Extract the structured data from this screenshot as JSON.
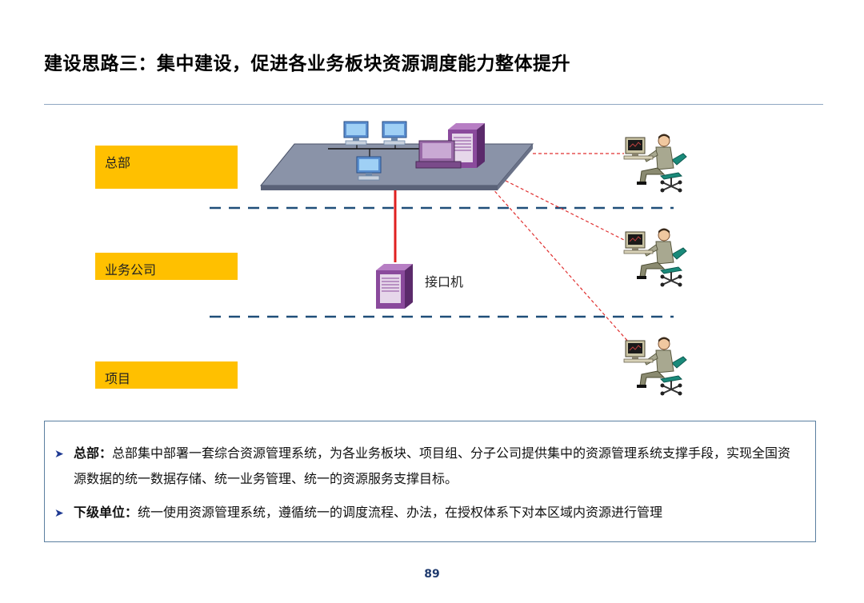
{
  "title": "建设思路三：集中建设，促进各业务板块资源调度能力整体提升",
  "levels": {
    "hq": "总部",
    "business": "业务公司",
    "project": "项目"
  },
  "interface_label": "接口机",
  "bullets": [
    {
      "head": "总部：",
      "text": "总部集中部署一套综合资源管理系统，为各业务板块、项目组、分子公司提供集中的资源管理系统支撑手段，实现全国资源数据的统一数据存储、统一业务管理、统一的资源服务支撑目标。"
    },
    {
      "head": "下级单位：",
      "text": "统一使用资源管理系统，遵循统一的调度流程、办法，在授权体系下对本区域内资源进行管理"
    }
  ],
  "page_number": "89",
  "colors": {
    "level_box": "#ffc000",
    "dash_line": "#1f4e79",
    "link_red": "#e03030",
    "platform": "#8a93a8"
  },
  "icons": [
    "computer-icon",
    "server-icon",
    "operator-icon",
    "bullet-arrow-icon"
  ]
}
